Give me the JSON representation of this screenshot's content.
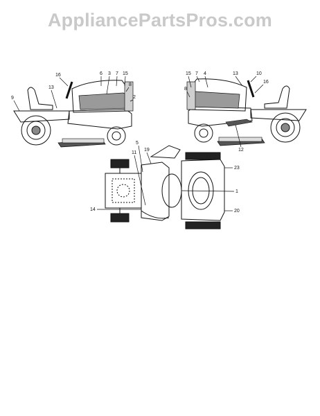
{
  "watermark": "AppliancePartsPros.com",
  "callouts": {
    "left_view": [
      "9",
      "13",
      "16",
      "6",
      "3",
      "7",
      "15",
      "8",
      "2"
    ],
    "right_view": [
      "15",
      "7",
      "4",
      "8",
      "13",
      "10",
      "16",
      "12"
    ],
    "top_view": [
      "5",
      "19",
      "11",
      "23",
      "1",
      "14",
      "20"
    ]
  },
  "colors": {
    "line": "#111111",
    "gray": "#8a8a8a",
    "dark": "#222222",
    "watermark": "#c9c9c9"
  }
}
